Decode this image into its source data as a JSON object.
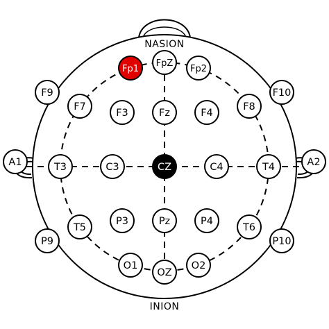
{
  "labels": {
    "nasion": "NASION",
    "inion": "INION"
  },
  "colors": {
    "highlight": "#e00000",
    "reference": "#000000",
    "stroke": "#000000",
    "fill": "#ffffff"
  },
  "electrodes": {
    "fp1": "Fp1",
    "fpz": "FpZ",
    "fp2": "Fp2",
    "f9": "F9",
    "f7": "F7",
    "f3": "F3",
    "fz": "Fz",
    "f4": "F4",
    "f8": "F8",
    "f10": "F10",
    "a1": "A1",
    "t3": "T3",
    "c3": "C3",
    "cz": "CZ",
    "c4": "C4",
    "t4": "T4",
    "a2": "A2",
    "p9": "P9",
    "t5": "T5",
    "p3": "P3",
    "pz": "Pz",
    "p4": "P4",
    "t6": "T6",
    "p10": "P10",
    "o1": "O1",
    "oz": "OZ",
    "o2": "O2"
  }
}
